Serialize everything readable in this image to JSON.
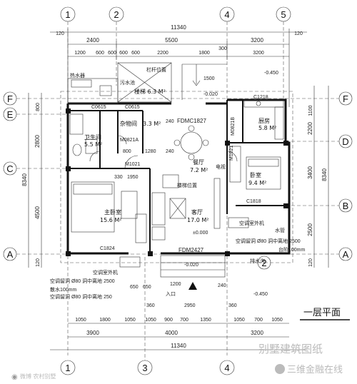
{
  "drawing": {
    "title": "一层平面",
    "overall_width": "11340",
    "overall_depth": "8340",
    "top_dims_1": [
      "2400",
      "5500",
      "3200"
    ],
    "top_dims_2": [
      "1200",
      "600",
      "600",
      "600",
      "600",
      "2200",
      "1800",
      "300",
      "3200"
    ],
    "bottom_dims_1": [
      "1050",
      "1800",
      "1050",
      "1050",
      "900",
      "700",
      "1350",
      "1050",
      "700",
      "1050"
    ],
    "bottom_dims_2": [
      "3900",
      "4000",
      "3200"
    ],
    "left_dims": [
      "800",
      "2800",
      "4500",
      "120"
    ],
    "right_dims": [
      "1100",
      "2200",
      "3400",
      "2500",
      "120"
    ],
    "misc_dims": [
      "120",
      "120",
      "1500",
      "240",
      "1280",
      "240",
      "800",
      "330",
      "1950",
      "2950",
      "360",
      "360",
      "650",
      "650",
      "240",
      "1200"
    ],
    "levels": [
      "-0.450",
      "-0.020",
      "±0.000",
      "-0.020",
      "-0.450"
    ]
  },
  "axes": {
    "columns": [
      "1",
      "2",
      "3",
      "4",
      "5"
    ],
    "rows": [
      "F",
      "E",
      "D",
      "C",
      "B",
      "A"
    ]
  },
  "rooms": [
    {
      "name": "卫生间",
      "area": "5.5 M²"
    },
    {
      "name": "杂物间",
      "area": "3.3 M²"
    },
    {
      "name": "餐厅",
      "area": "7.2 M²"
    },
    {
      "name": "厨房",
      "area": "5.8 M²"
    },
    {
      "name": "卧室",
      "area": "9.4 M²"
    },
    {
      "name": "主卧室",
      "area": "15.6 M²"
    },
    {
      "name": "客厅",
      "area": "17.0 M²"
    },
    {
      "name": "楼梯 6.3 M²"
    }
  ],
  "labels": {
    "water_tank": "热水器",
    "sewage": "污水池",
    "handrail": "栏杆位置",
    "stair_pos": "楼梯位置",
    "tv": "电视",
    "door_fdmc": "FDMC1827",
    "door_fdm": "FDM2427",
    "entrance": "入口",
    "ac1": "空调室外机",
    "ac2": "空调室外机",
    "ac_pipe_1": "空调留洞 Ø80 洞中离地 2500",
    "ac_pipe_2": "空调留洞 Ø80 洞中离地 2500",
    "ac_pipe_3": "空调留洞 Ø80 洞中离地 250",
    "note_100": "散水100mm",
    "step_note": "台阶100mm",
    "drain": "排水沟",
    "water_note": "水管",
    "window_c0615a": "C0615",
    "window_c0615b": "C0615",
    "door_m0821a": "M0821A",
    "door_m0821b": "M0821B",
    "door_m1021a": "M1021",
    "door_m1021b": "M1021",
    "window_c1218": "C1218",
    "window_c1818": "C1818",
    "window_c1824": "C1824"
  },
  "watermark": {
    "site": "别墅建筑图纸",
    "brand": "三维金融在线",
    "weibo": "微博 农村别墅"
  }
}
